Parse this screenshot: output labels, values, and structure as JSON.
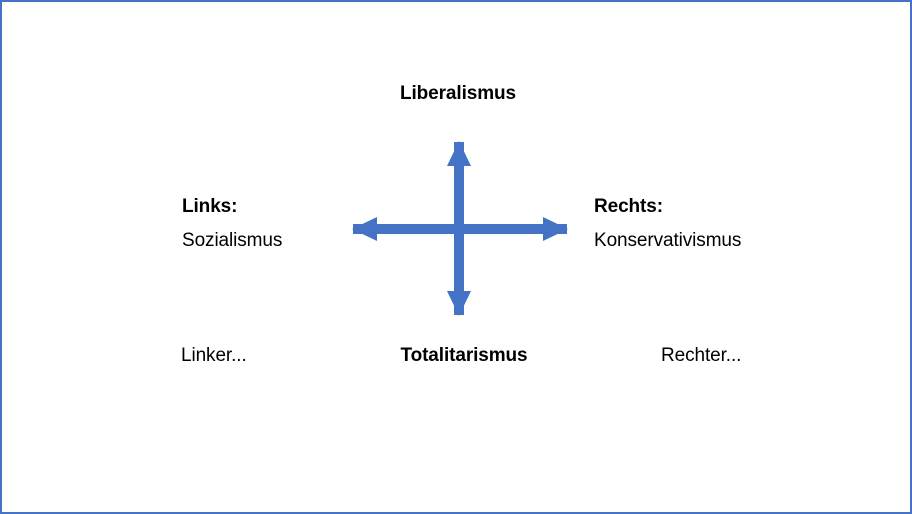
{
  "diagram": {
    "title_top": "Liberalismus",
    "title_bottom": "Totalitarismus",
    "left_block": {
      "heading": "Links:",
      "detail": "Sozialismus"
    },
    "right_block": {
      "heading": "Rechts:",
      "detail": "Konservativismus"
    },
    "bottom_left": "Linker...",
    "bottom_right": "Rechter...",
    "colors": {
      "axis": "#4472C4",
      "border": "#4472C4",
      "text": "#000000",
      "background": "#FFFFFF"
    },
    "axes": {
      "vertical": {
        "top_pole": "Liberalismus",
        "bottom_pole": "Totalitarismus",
        "double_headed": true
      },
      "horizontal": {
        "left_pole": "Links: Sozialismus",
        "right_pole": "Rechts: Konservativismus",
        "double_headed": true
      }
    }
  }
}
